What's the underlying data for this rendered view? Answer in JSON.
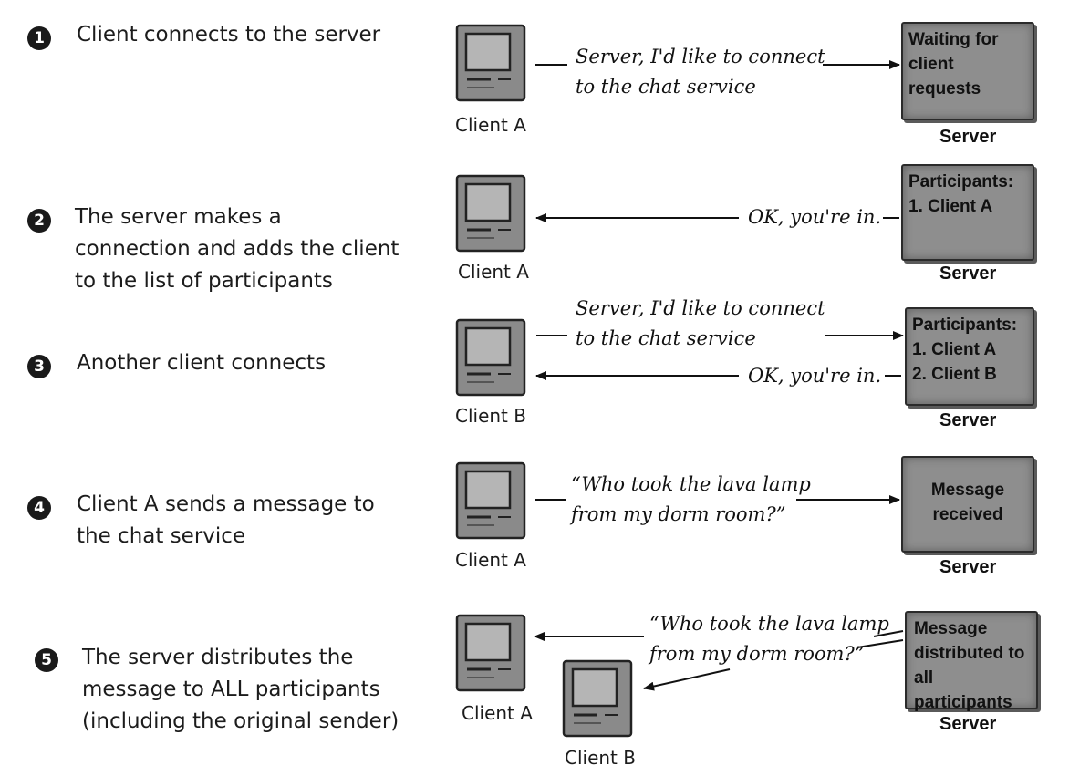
{
  "steps": [
    {
      "num": "1",
      "text": "Client connects to the server"
    },
    {
      "num": "2",
      "text": "The server makes a\nconnection and adds the client\nto the list of participants"
    },
    {
      "num": "3",
      "text": "Another client connects"
    },
    {
      "num": "4",
      "text": "Client A sends a message to\nthe chat service"
    },
    {
      "num": "5",
      "text": "The server distributes the\nmessage to ALL participants\n(including the original sender)"
    }
  ],
  "clients": {
    "a1": "Client A",
    "a2": "Client A",
    "b3": "Client B",
    "a4": "Client A",
    "a5": "Client A",
    "b5": "Client B"
  },
  "server_label": "Server",
  "server_boxes": {
    "s1": "Waiting for\nclient requests",
    "s2": "Participants:\n  1. Client A",
    "s3": "Participants:\n  1. Client A\n  2. Client B",
    "s4": "Message\nreceived",
    "s5": "Message\ndistributed to\nall participants"
  },
  "messages": {
    "m1": "Server, I'd like to connect\nto the chat service",
    "m2": "OK, you're in.",
    "m3a": "Server, I'd like to connect\nto the chat service",
    "m3b": "OK, you're in.",
    "m4": "“Who took the lava lamp\nfrom my dorm room?”",
    "m5": "“Who took the lava lamp\nfrom my dorm room?”"
  },
  "colors": {
    "server_fill": "#8e8e8e",
    "computer_fill": "#8a8a8a",
    "screen_fill": "#b5b5b5",
    "ink": "#111111"
  }
}
